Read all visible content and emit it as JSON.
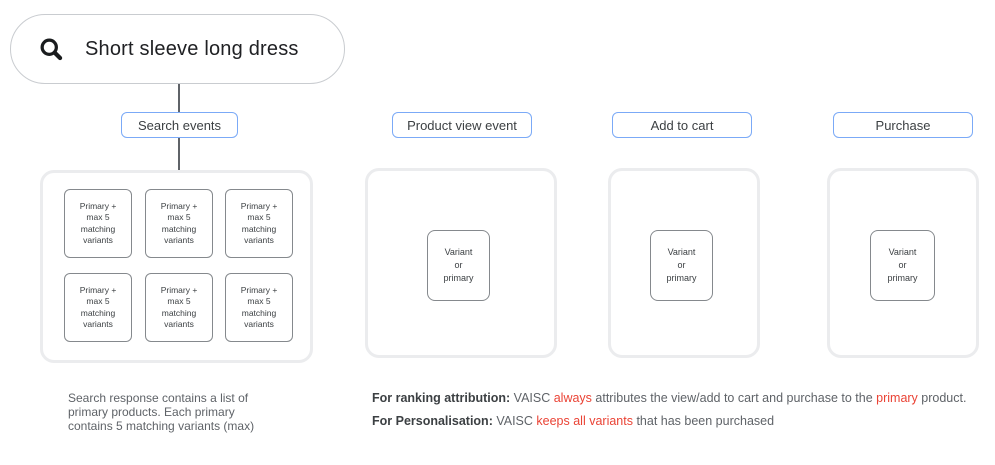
{
  "search_bar": {
    "query": "Short sleeve long dress"
  },
  "events": {
    "search": {
      "label": "Search events",
      "box_text": "Primary +\nmax 5\nmatching\nvariants"
    },
    "product_view": {
      "label": "Product view event",
      "box_text": "Variant\nor\nprimary"
    },
    "add_to_cart": {
      "label": "Add to cart",
      "box_text": "Variant\nor\nprimary"
    },
    "purchase": {
      "label": "Purchase",
      "box_text": "Variant\nor\nprimary"
    }
  },
  "captions": {
    "search_note": "Search response contains a list of\nprimary products. Each primary\ncontains 5 matching variants (max)",
    "ranking": {
      "label": "For ranking attribution:",
      "t1": " VAISC ",
      "red1": "always",
      "t2": " attributes the view/add to cart and purchase to the ",
      "red2": "primary",
      "t3": " product."
    },
    "personalisation": {
      "label": "For Personalisation:",
      "t1": " VAISC ",
      "red1": "keeps all variants",
      "t2": " that has been purchased"
    }
  },
  "colors": {
    "accent_blue": "#7BAAF7",
    "alert_red": "#EA4335",
    "container_border_gray": "#EBECEE",
    "box_border_gray": "#85898D",
    "text_dark": "#3C4043",
    "text_gray": "#5F6368"
  }
}
